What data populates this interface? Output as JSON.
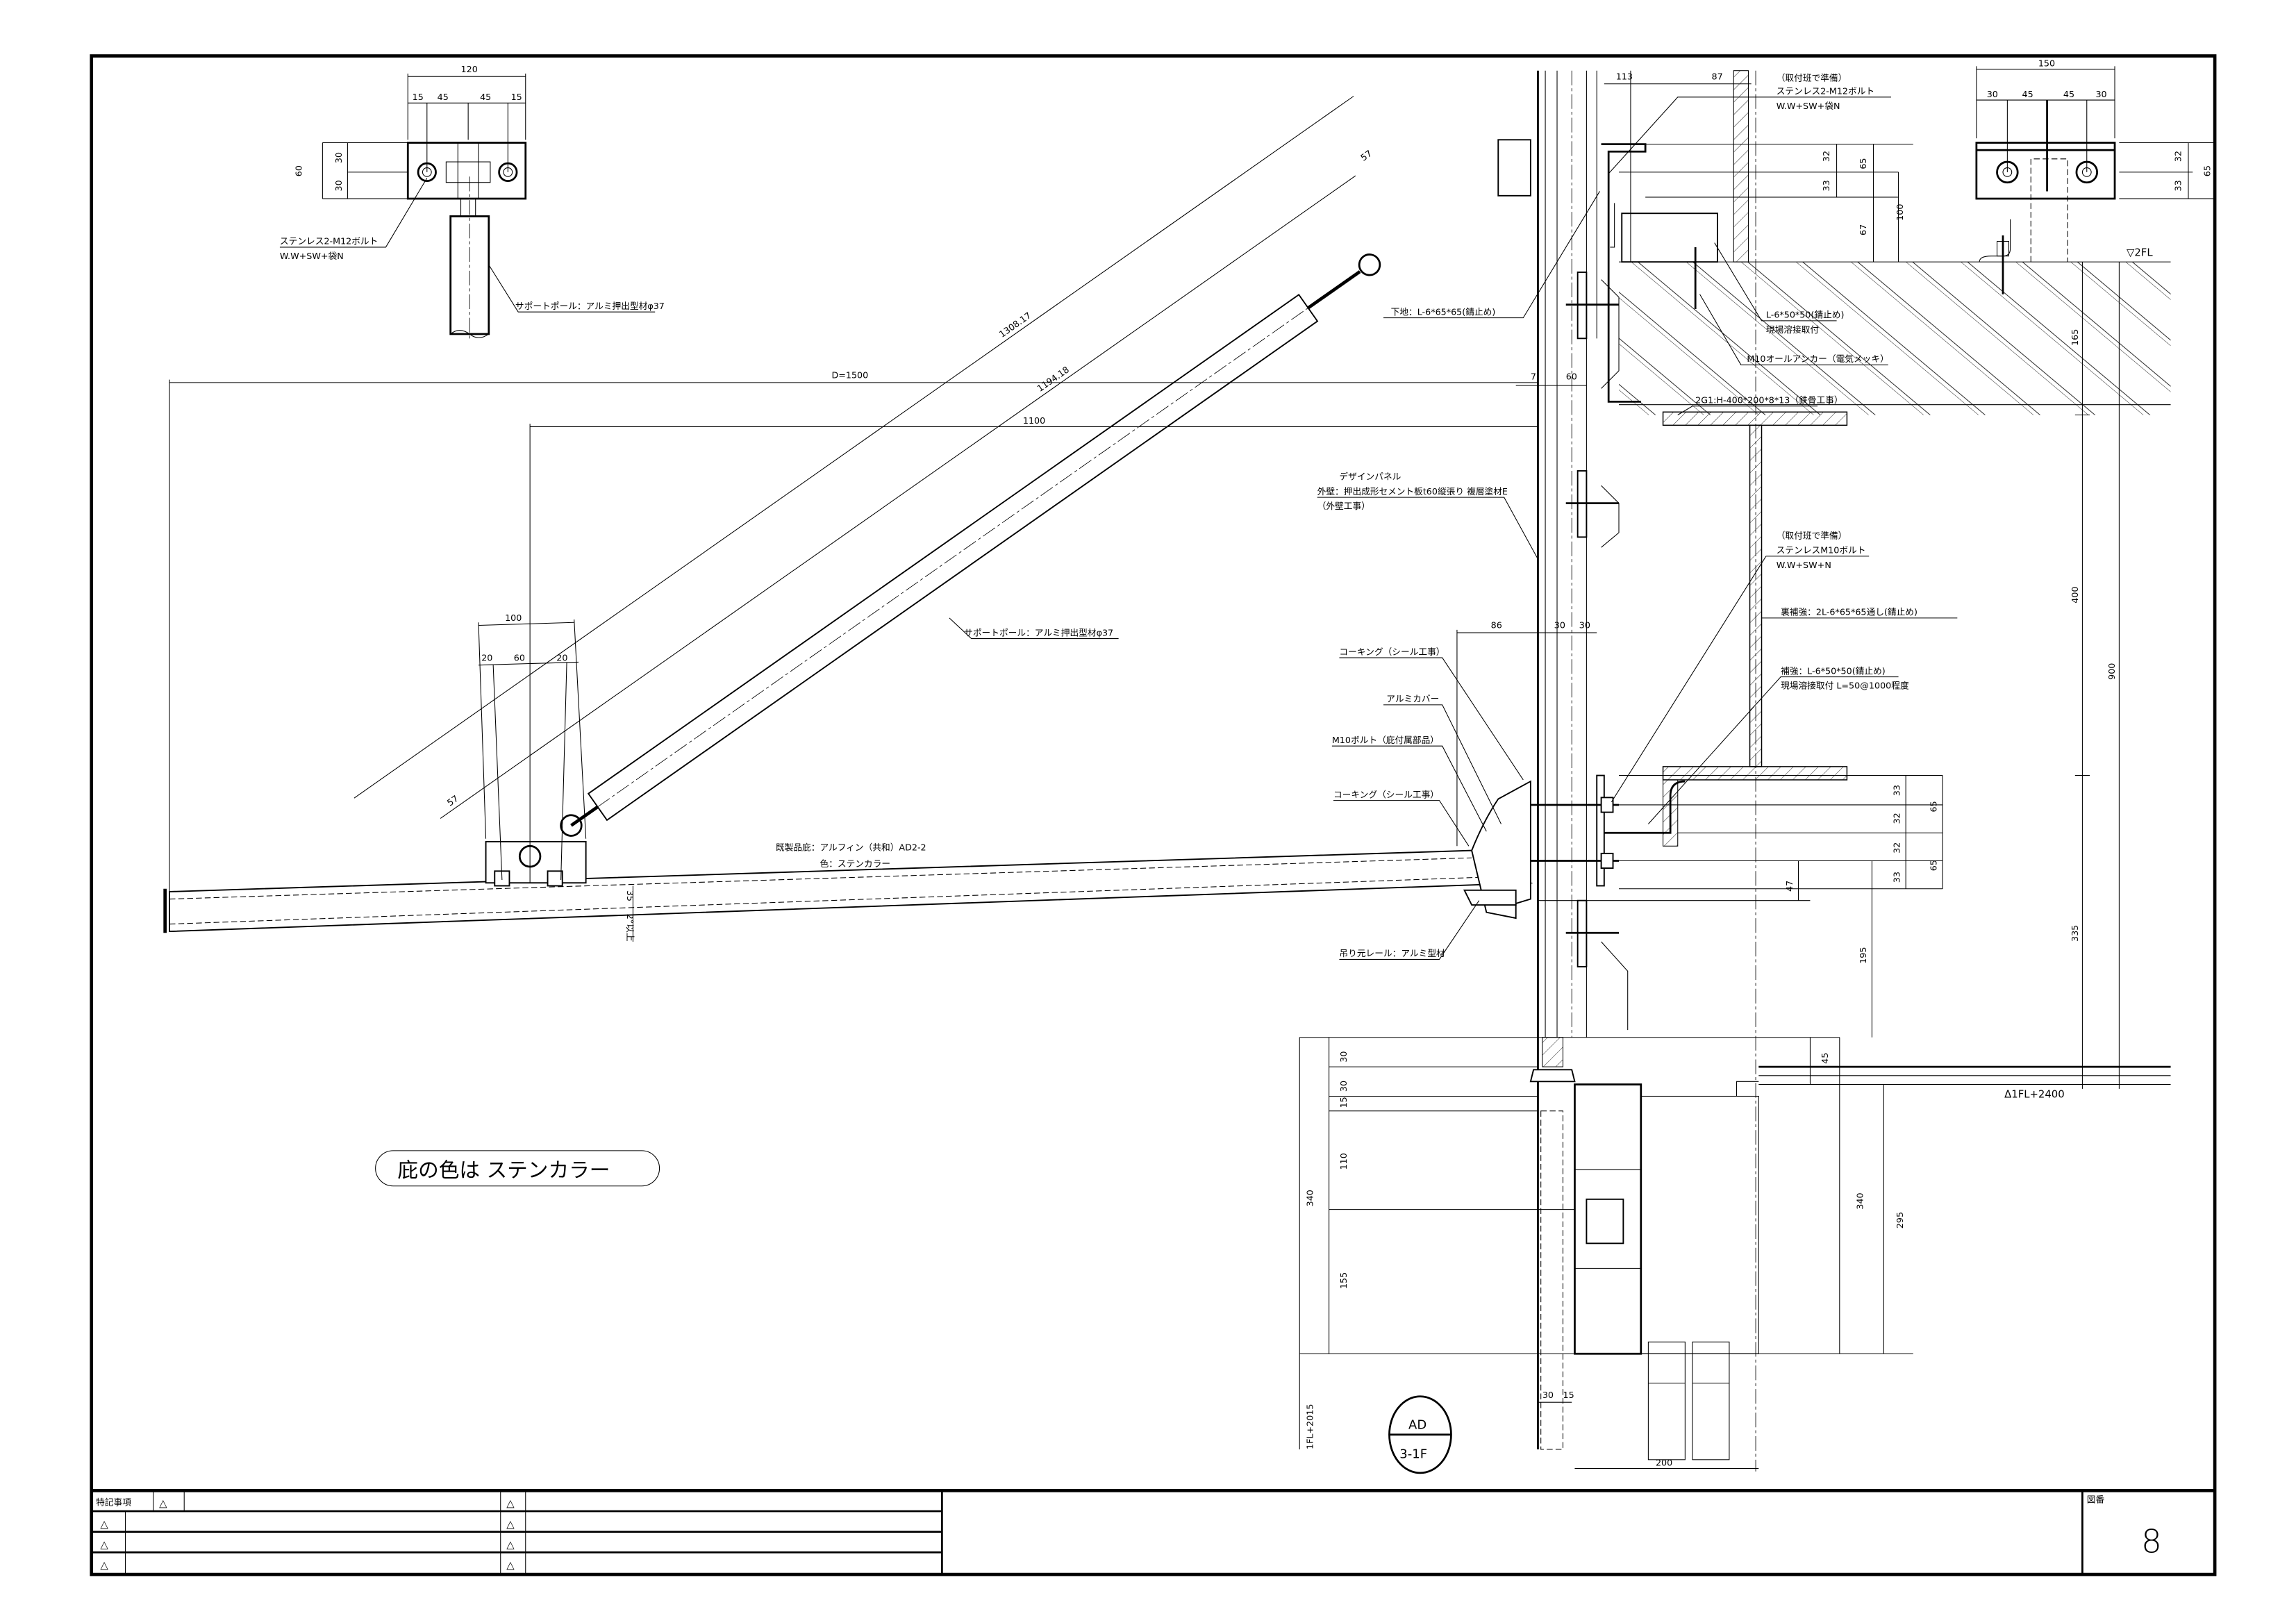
{
  "title_block": {
    "notes_label": "特記事項",
    "rev_mark": "△",
    "drawing_no_label": "図番",
    "drawing_no": "8"
  },
  "callout": {
    "note": "庇の色は ステンカラー",
    "detail_top": "AD",
    "detail_bottom": "3-1F"
  },
  "levels": {
    "fl2": "▽2FL",
    "fl1_2400": "Δ1FL+2400",
    "fl1_2015": "1FL+2015"
  },
  "labels": {
    "tl_bolt": "ステンレス2-M12ボルト",
    "tl_bolt_w": "W.W+SW+袋N",
    "tl_pole": "サポートポール：アルミ押出型材φ37",
    "pole": "サポートポール：アルミ押出型材φ37",
    "canopy": "既製品庇：アルフィン（共和）AD2-2",
    "canopy_color": "色：ステンカラー",
    "tr_prep": "（取付班で準備）",
    "tr_bolt": "ステンレス2-M12ボルト",
    "tr_bolt_w": "W.W+SW+袋N",
    "base_angle": "下地：L-6*65*65(錆止め)",
    "angle_50": "L-6*50*50(錆止め)",
    "site_weld": "現場溶接取付",
    "anchor": "M10オールアンカー（電気メッキ）",
    "beam": "2G1:H-400*200*8*13（鉄骨工事）",
    "panel_title": "デザインパネル",
    "panel_spec": "外壁：押出成形セメント板t60縦張り 複層塗材E",
    "panel_work": "（外壁工事）",
    "m10_prep": "（取付班で準備）",
    "m10_bolt": "ステンレスM10ボルト",
    "m10_w": "W.W+SW+N",
    "back_reinf": "裏補強：2L-6*65*65通し(錆止め)",
    "reinf": "補強：L-6*50*50(錆止め)",
    "reinf_weld": "現場溶接取付 L=50@1000程度",
    "caulk1": "コーキング（シール工事）",
    "al_cover": "アルミカバー",
    "m10_canopy": "M10ボルト（庇付属部品）",
    "caulk2": "コーキング（シール工事）",
    "rail": "吊り元レール：アルミ型材"
  },
  "dims": {
    "tl_120": "120",
    "tl_15a": "15",
    "tl_45a": "45",
    "tl_45b": "45",
    "tl_15b": "15",
    "tl_60": "60",
    "tl_30a": "30",
    "tl_30b": "30",
    "tr_150": "150",
    "tr_30a": "30",
    "tr_45a": "45",
    "tr_45b": "45",
    "tr_30b": "30",
    "tr_32": "32",
    "tr_33": "33",
    "tr_65": "65",
    "d1500": "D=1500",
    "d1100": "1100",
    "d1308": "1308.17",
    "d1194": "1194.18",
    "d57a": "57",
    "d57b": "57",
    "b100": "100",
    "b20a": "20",
    "b60": "60",
    "b20b": "20",
    "c35": "35",
    "slope": "2°以上",
    "w113": "113",
    "w87": "87",
    "w7": "7",
    "w60": "60",
    "u32": "32",
    "u33": "33",
    "u65": "65",
    "u67": "67",
    "u100": "100",
    "s165": "165",
    "s400": "400",
    "s900": "900",
    "s335": "335",
    "m86": "86",
    "m30a": "30",
    "m30b": "30",
    "m33a": "33",
    "m32a": "32",
    "m32b": "32",
    "m33b": "33",
    "m65a": "65",
    "m65b": "65",
    "m47": "47",
    "m195": "195",
    "l30a": "30",
    "l30b": "30",
    "l15": "15",
    "l110": "110",
    "l155": "155",
    "l340": "340",
    "f30": "30",
    "f15": "15",
    "f200": "200",
    "r45": "45",
    "r340": "340",
    "r295": "295"
  },
  "colors": {
    "ink": "#000000",
    "paper": "#ffffff"
  }
}
